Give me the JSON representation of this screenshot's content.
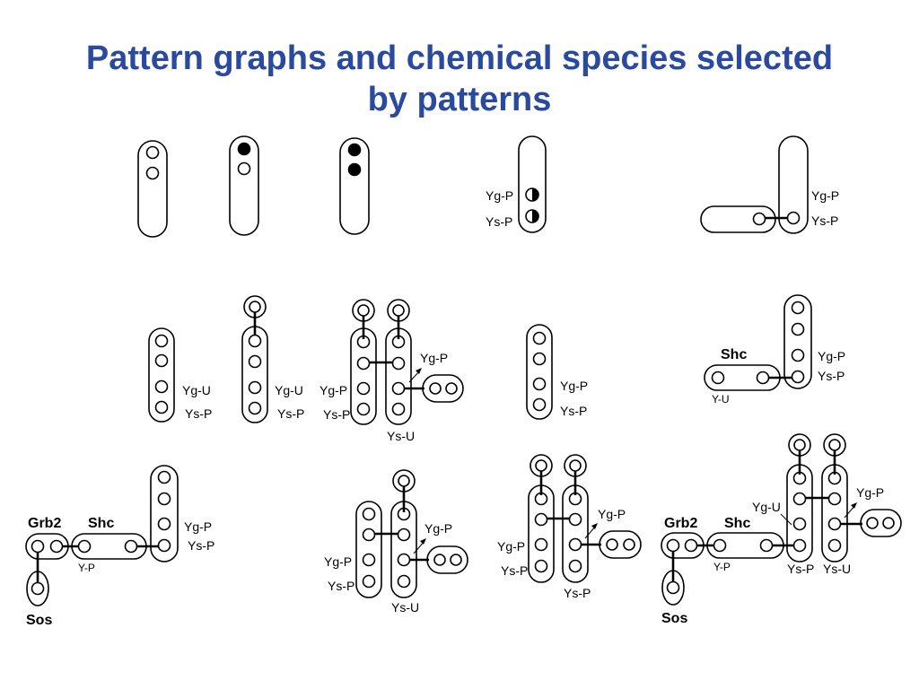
{
  "title": {
    "line1": "Pattern graphs and chemical species selected",
    "line2": "by patterns"
  },
  "labels": {
    "yg_p": "Yg-P",
    "ys_p": "Ys-P",
    "yg_u": "Yg-U",
    "ys_u": "Ys-U",
    "y_u": "Y-U",
    "y_p": "Y-P",
    "shc": "Shc",
    "grb2": "Grb2",
    "sos": "Sos"
  },
  "colors": {
    "title": "#2a4aa0",
    "ink": "#000000"
  }
}
